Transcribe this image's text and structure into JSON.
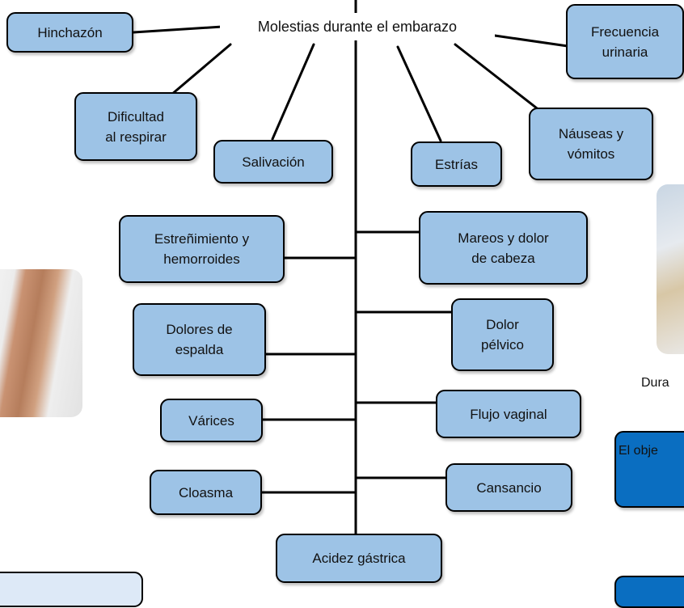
{
  "diagram": {
    "title": "Molestias durante el embarazo",
    "nodes": {
      "hinchazon": "Hinchazón",
      "frecuencia": "Frecuencia\nurinaria",
      "dificultad": "Dificultad\nal respirar",
      "salivacion": "Salivación",
      "estrias": "Estrías",
      "nauseas": "Náuseas y\nvómitos",
      "estrenimiento": "Estreñimiento y\nhemorroides",
      "mareos": "Mareos y dolor\nde cabeza",
      "dolores_espalda": "Dolores de\nespalda",
      "dolor_pelvico": "Dolor\npélvico",
      "varices": "Várices",
      "flujo": "Flujo vaginal",
      "cloasma": "Cloasma",
      "cansancio": "Cansancio",
      "acidez": "Acidez gástrica"
    }
  },
  "right_panel": {
    "caption": "Dura",
    "box_text": "El obje"
  },
  "colors": {
    "node_fill": "#9dc3e6",
    "dark_box": "#0a6ec1",
    "pale_box": "#dde9f7"
  }
}
